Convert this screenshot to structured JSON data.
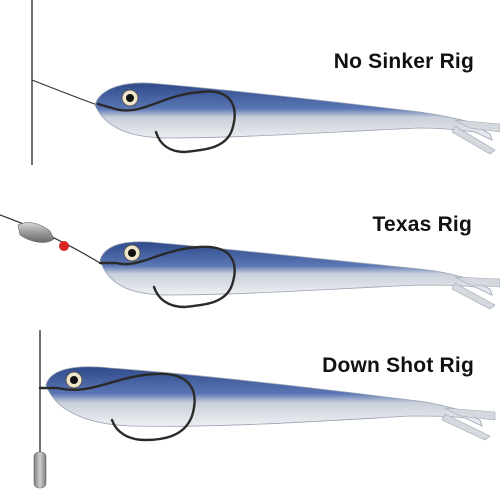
{
  "rigs": [
    {
      "label": "No Sinker Rig"
    },
    {
      "label": "Texas Rig"
    },
    {
      "label": "Down Shot Rig"
    }
  ],
  "colors": {
    "background": "#ffffff",
    "fish_back": "#3d5a9a",
    "fish_belly": "#dfe3ea",
    "line": "#333333",
    "hook": "#2a2a2a",
    "sinker": "#9a9a9a",
    "bead": "#d9251d"
  },
  "icons": [
    "soft-swimbait-lure",
    "offset-worm-hook",
    "bullet-sinker",
    "red-bead",
    "drop-shot-weight"
  ]
}
